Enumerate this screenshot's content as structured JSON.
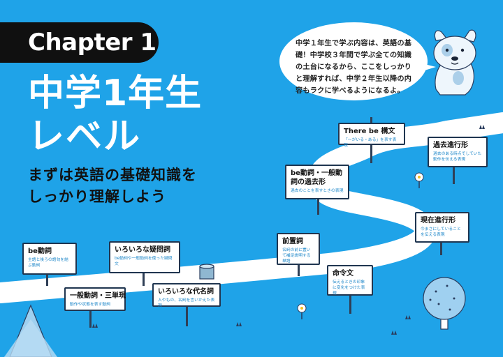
{
  "chapter": {
    "label": "Chapter 1"
  },
  "title": {
    "line1": "中学1年生",
    "line2": "レベル"
  },
  "subtitle": {
    "line1": "まずは英語の基礎知識を",
    "line2": "しっかり理解しよう"
  },
  "speech": {
    "text": "中学１年生で学ぶ内容は、英語の基礎！中学校３年間で学ぶ全ての知識の土台になるから、ここをしっかりと理解すれば、中学２年生以降の内容もラクに学べるようになるよ。"
  },
  "signs": [
    {
      "title": "be動詞",
      "desc": "主語と後ろの語句を結ぶ動詞"
    },
    {
      "title": "一般動詞・三単現",
      "desc": "動作や状態を表す動詞"
    },
    {
      "title": "いろいろな疑問詞",
      "desc": "be動詞や一般動詞を使った疑問文"
    },
    {
      "title": "いろいろな代名詞",
      "desc": "人やもの、名詞を言いかえた表現"
    },
    {
      "title": "前置詞",
      "desc": "名詞の前に置いて補足説明する単語"
    },
    {
      "title": "命令文",
      "desc": "伝えるときの印象に変化をつけた表現"
    },
    {
      "title": "be動詞・一般動詞の過去形",
      "desc": "過去のことを表すときの表現"
    },
    {
      "title": "There be 構文",
      "desc": "「〜がいる・ある」を表す表現"
    },
    {
      "title": "現在進行形",
      "desc": "今まさにしていることを伝える表現"
    },
    {
      "title": "過去進行形",
      "desc": "過去のある時点でしていた動作を伝える表現"
    }
  ]
}
